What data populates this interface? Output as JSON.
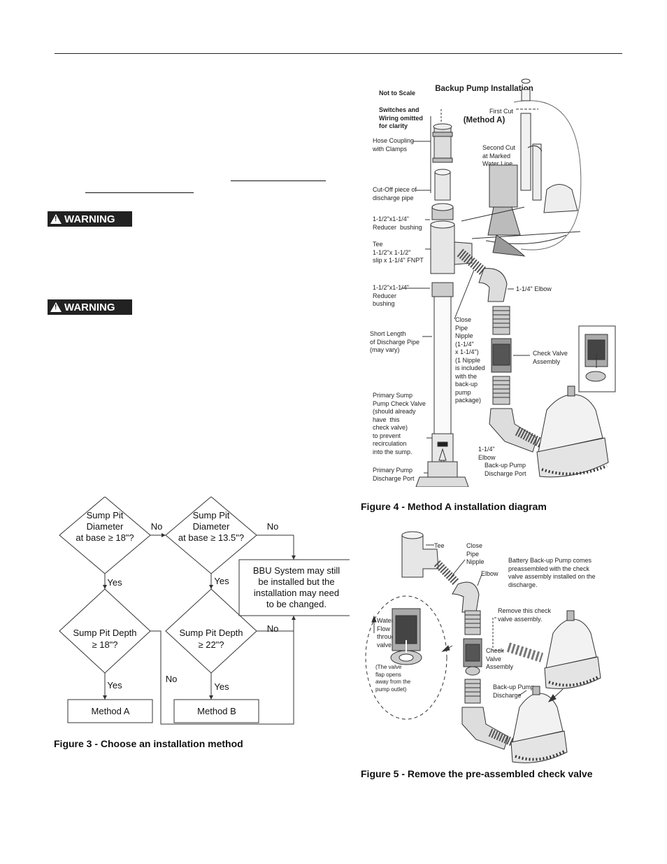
{
  "warnings": [
    "WARNING",
    "WARNING"
  ],
  "figure4": {
    "title_line1": "Backup Pump Installation",
    "title_line2": "(Method A)",
    "note1": "Not to Scale",
    "note2": "Switches and\nWiring omitted\nfor clarity",
    "labels": {
      "hose_coupling": "Hose Coupling\nwith Clamps",
      "cutoff": "Cut-Off piece of\ndischarge pipe",
      "reducer1": "1-1/2\"x1-1/4\"\nReducer  bushing",
      "tee": "Tee\n1-1/2\"x 1-1/2\"\nslip x 1-1/4\" FNPT",
      "reducer2": "1-1/2\"x1-1/4\"\nReducer\nbushing",
      "short_length": "Short Length\nof Discharge Pipe\n(may vary)",
      "primary_check": "Primary Sump\nPump Check Valve\n(should already\nhave  this\ncheck valve)\nto prevent\nrecirculation\ninto the sump.",
      "primary_port": "Primary Pump\nDischarge Port",
      "first_cut": "First Cut",
      "second_cut": "Second Cut\nat Marked\nWater Line",
      "elbow_top": "1-1/4\" Elbow",
      "close_nipple": "Close\nPipe\nNipple\n(1-1/4\"\nx 1-1/4\")\n(1 Nipple\nis included\nwith the\nback-up\npump\npackage)",
      "check_valve_assembly": "Check Valve\nAssembly",
      "elbow_bottom": "1-1/4\"\nElbow",
      "backup_port": "Back-up Pump\nDischarge Port"
    },
    "caption": "Figure 4 - Method A installation diagram"
  },
  "figure3": {
    "d1": [
      "Sump Pit",
      "Diameter",
      "at base ≥ 18\"?"
    ],
    "d2": [
      "Sump Pit",
      "Diameter",
      "at base ≥ 13.5\"?"
    ],
    "d3": [
      "Sump Pit Depth",
      "≥ 18\"?"
    ],
    "d4": [
      "Sump Pit Depth",
      "≥ 22\"?"
    ],
    "box": [
      "BBU System may still",
      "be installed but the",
      "installation may need",
      "to be changed."
    ],
    "method_a": "Method A",
    "method_b": "Method B",
    "no1": "No",
    "no2": "No",
    "no3": "No",
    "no4": "No",
    "yes1": "Yes",
    "yes2": "Yes",
    "yes3": "Yes",
    "yes4": "Yes",
    "caption": "Figure 3 - Choose an installation method"
  },
  "figure5": {
    "labels": {
      "tee": "Tee",
      "close_nipple": "Close\nPipe\nNipple",
      "elbow": "Elbow",
      "note": "Battery Back-up Pump comes\npreassembled with the check\nvalve assembly installed on the\ndischarge.",
      "remove": "Remove this check\nvalve assembly.",
      "water_flow": "Water\nFlow\nthrough\nvalve",
      "valve_flap": "(The valve\nflap opens\naway from the\npump outlet)",
      "check_valve": "Check\nValve\nAssembly",
      "backup_discharge": "Back-up Pump\nDischarge"
    },
    "caption": "Figure 5 - Remove the pre-assembled check valve"
  }
}
